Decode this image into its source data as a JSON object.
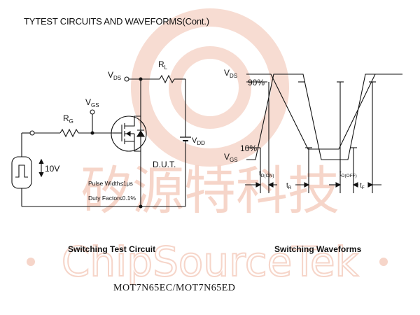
{
  "title": "TYTEST CIRCUITS AND WAVEFORMS(Cont.)",
  "watermark": {
    "cn_text": "矽源特科技",
    "en_text": "ChipSourceTek",
    "color": "#f4c9bb"
  },
  "circuit": {
    "rg_main": "R",
    "rg_sub": "G",
    "vgs_main": "V",
    "vgs_sub": "GS",
    "vds_main": "V",
    "vds_sub": "DS",
    "rl_main": "R",
    "rl_sub": "L",
    "vdd_main": "V",
    "vdd_sub": "DD",
    "voltage_label": "10V",
    "dut_label": "D.U.T.",
    "pulse_width": "Pulse Width≤1μs",
    "duty_factor": "Duty Factor≤0.1%",
    "caption": "Switching Test Circuit"
  },
  "waveforms": {
    "vds_main": "V",
    "vds_sub": "DS",
    "vgs_main": "V",
    "vgs_sub": "GS",
    "pct_90": "90%",
    "pct_10": "10%",
    "td_on_main": "t",
    "td_on_sub": "D(ON)",
    "tr_main": "t",
    "tr_sub": "R",
    "td_off_main": "t",
    "td_off_sub": "D(OFF)",
    "tf_main": "t",
    "tf_sub": "F",
    "caption": "Switching Waveforms"
  },
  "part_number": "MOT7N65EC/MOT7N65ED"
}
